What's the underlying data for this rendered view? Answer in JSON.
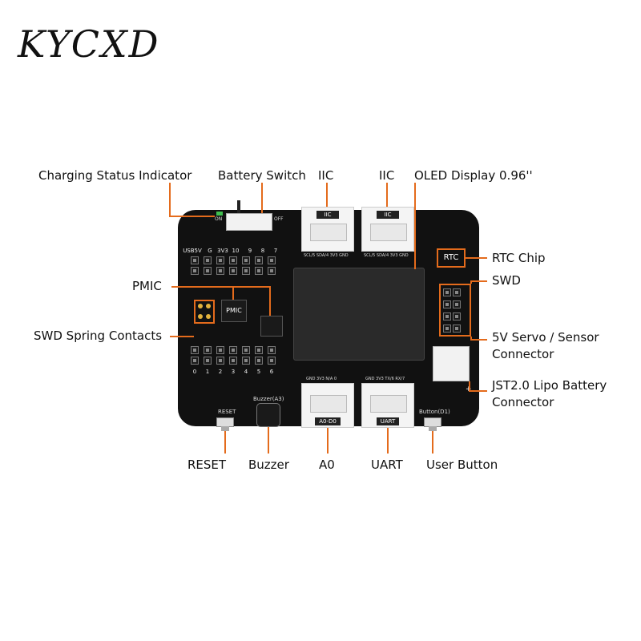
{
  "brand": {
    "logo_text": "KYCXD"
  },
  "labels": {
    "charging_status": "Charging Status Indicator",
    "battery_switch": "Battery Switch",
    "iic_1": "IIC",
    "iic_2": "IIC",
    "oled": "OLED Display 0.96''",
    "rtc_chip": "RTC Chip",
    "swd": "SWD",
    "pmic": "PMIC",
    "swd_spring": "SWD Spring Contacts",
    "servo_1": "5V Servo / Sensor",
    "servo_2": "Connector",
    "jst_1": "JST2.0 Lipo Battery",
    "jst_2": "Connector",
    "reset": "RESET",
    "buzzer": "Buzzer",
    "a0": "A0",
    "uart": "UART",
    "user_button": "User Button"
  },
  "board": {
    "switch_on": "ON",
    "switch_off": "OFF",
    "top_header_pins": [
      "USB5V",
      "G",
      "3V3",
      "10",
      "9",
      "8",
      "7"
    ],
    "bottom_header_pins": [
      "0",
      "1",
      "2",
      "3",
      "4",
      "5",
      "6"
    ],
    "iic_tag": "IIC",
    "iic_pins": "SCL/5  SDA/4  3V3  GND",
    "a0_tag": "A0-D0",
    "a0_pins": "GND  3V3  N/A  0",
    "uart_tag": "UART",
    "uart_pins": "GND  3V3  TX/6  RX/7",
    "rtc_text": "RTC",
    "pmic_text": "PMIC",
    "reset_text": "RESET",
    "buzzer_text": "Buzzer(A3)",
    "button_text": "Button(D1)",
    "battery_plus": "+"
  },
  "colors": {
    "accent": "#e46b1c",
    "board": "#111111"
  }
}
